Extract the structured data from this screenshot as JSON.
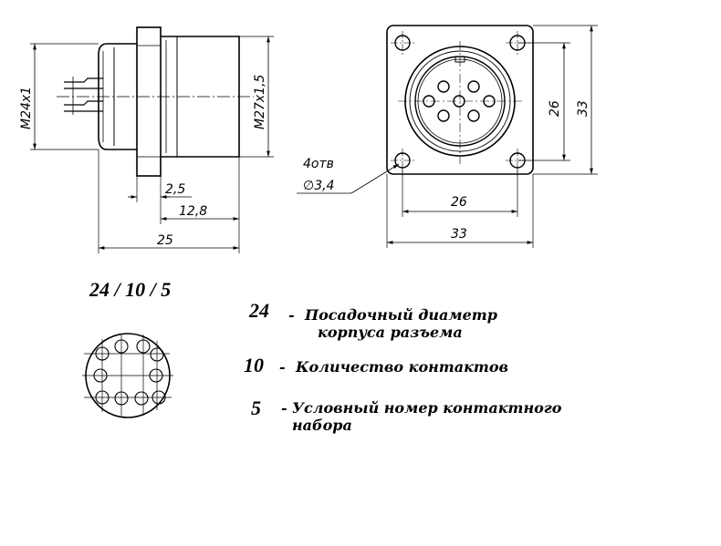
{
  "side_view": {
    "thread_left": "M24x1",
    "thread_right": "M27x1,5",
    "dim_flange": "2,5",
    "dim_body": "12,8",
    "dim_total": "25"
  },
  "front_view": {
    "holes_count": "4отв",
    "hole_diameter": "∅3,4",
    "dim_hole_spacing_h": "26",
    "dim_width": "33",
    "dim_hole_spacing_v": "26",
    "dim_height": "33"
  },
  "designation": {
    "code": "24 / 10 / 5",
    "items": [
      {
        "number": "24",
        "dash": "-",
        "line1": "Посадочный диаметр",
        "line2": "корпуса разъема"
      },
      {
        "number": "10",
        "dash": "-",
        "line1": "Количество контактов",
        "line2": ""
      },
      {
        "number": "5",
        "dash": "-",
        "line1": "Условный номер контактного",
        "line2": "набора"
      }
    ]
  }
}
